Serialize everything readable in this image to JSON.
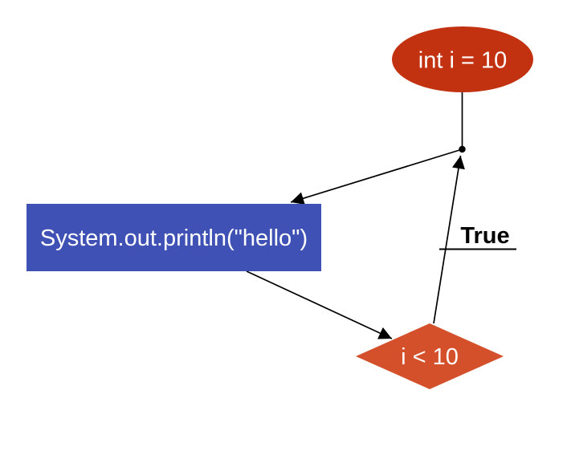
{
  "diagram": {
    "type": "flowchart",
    "background": "#ffffff",
    "nodes": {
      "start": {
        "label": "int i = 10",
        "shape": "ellipse",
        "fill": "#c23110",
        "text_color": "#ffffff"
      },
      "process": {
        "label": "System.out.println(\"hello\")",
        "shape": "rectangle",
        "fill": "#3f51b5",
        "text_color": "#ffffff"
      },
      "decision": {
        "label": "i < 10",
        "shape": "diamond",
        "fill": "#d4502b",
        "text_color": "#ffffff"
      }
    },
    "edges": {
      "color": "#000000",
      "true_branch_label": "True",
      "connections": [
        "start -> junction",
        "junction -> process",
        "process -> decision",
        "decision -> junction (True)"
      ]
    }
  }
}
